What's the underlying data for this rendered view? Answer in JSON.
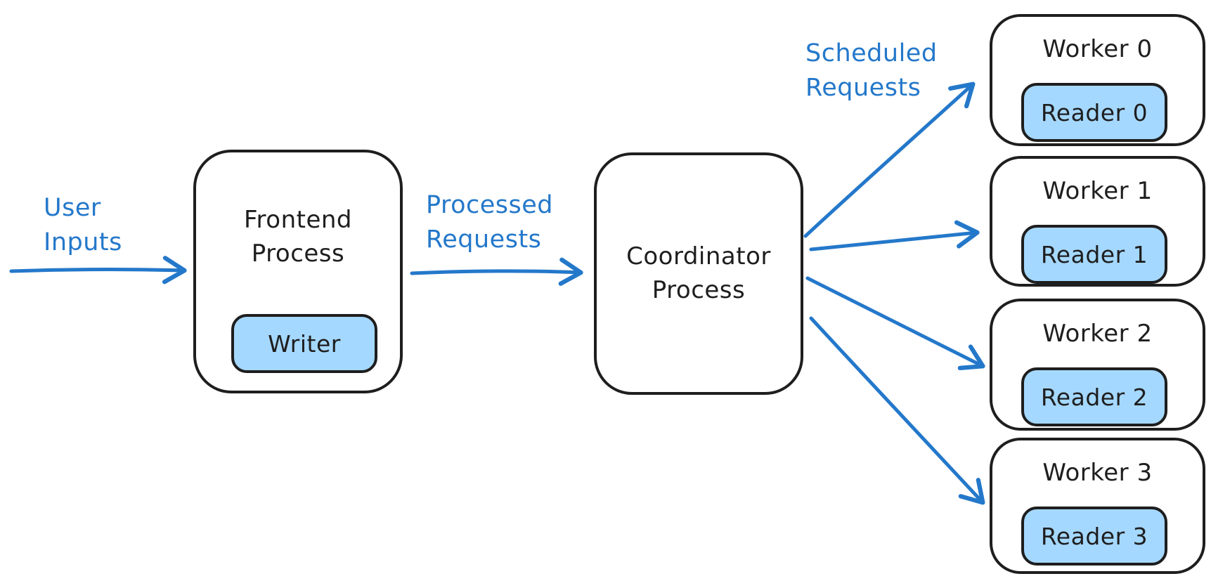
{
  "diagram": {
    "flow_labels": {
      "user_inputs": {
        "line1": "User",
        "line2": "Inputs"
      },
      "processed_requests": {
        "line1": "Processed",
        "line2": "Requests"
      },
      "scheduled_requests": {
        "line1": "Scheduled",
        "line2": "Requests"
      }
    },
    "frontend": {
      "title_line1": "Frontend",
      "title_line2": "Process",
      "child": "Writer"
    },
    "coordinator": {
      "title_line1": "Coordinator",
      "title_line2": "Process"
    },
    "workers": [
      {
        "label": "Worker 0",
        "reader": "Reader 0"
      },
      {
        "label": "Worker 1",
        "reader": "Reader 1"
      },
      {
        "label": "Worker 2",
        "reader": "Reader 2"
      },
      {
        "label": "Worker 3",
        "reader": "Reader 3"
      }
    ],
    "colors": {
      "accent_blue": "#2478ca",
      "pill_fill": "#a5d8ff",
      "stroke_black": "#1e1e1e",
      "background": "#ffffff"
    }
  }
}
